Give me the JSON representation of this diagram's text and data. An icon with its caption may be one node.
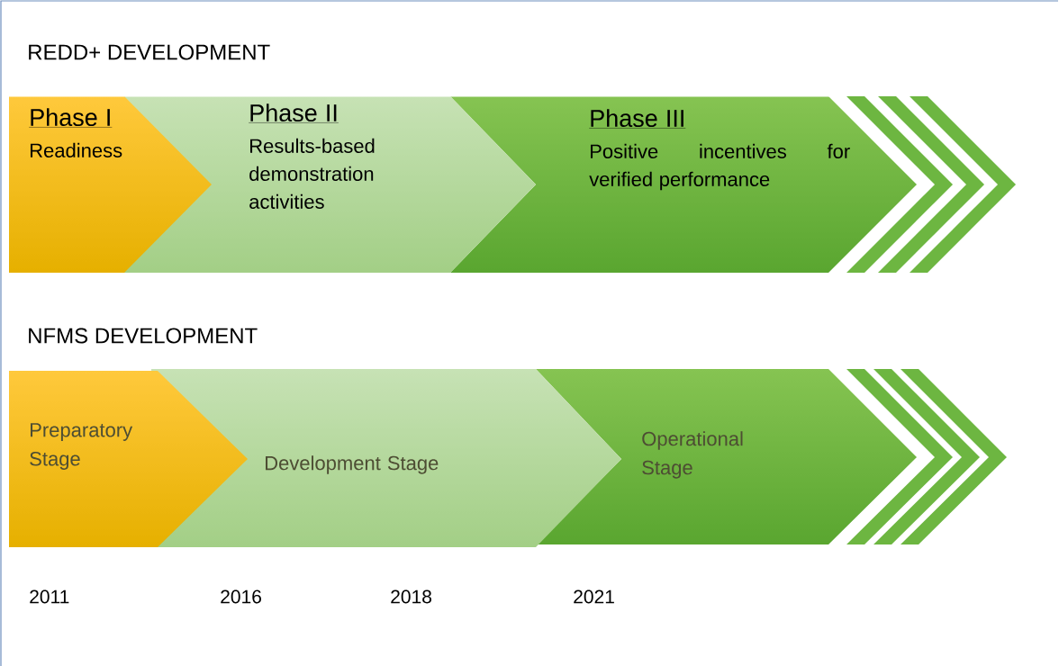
{
  "diagram": {
    "nodes": [
      {
        "text": [
          "Phase I",
          "Readiness"
        ]
      },
      {
        "text": [
          "Phase II",
          "Results-based demonstration activities"
        ]
      },
      {
        "text": [
          "Phase III",
          "Positive incentives for verified performance"
        ]
      },
      {
        "text": [
          "Preparatory Stage"
        ]
      },
      {
        "text": [
          "Development Stage"
        ]
      },
      {
        "text": [
          "Operational Stage"
        ]
      }
    ],
    "labels": [
      "REDD+ DEVELOPMENT",
      "NFMS DEVELOPMENT",
      "2011",
      "2016",
      "2018",
      "2021"
    ]
  }
}
